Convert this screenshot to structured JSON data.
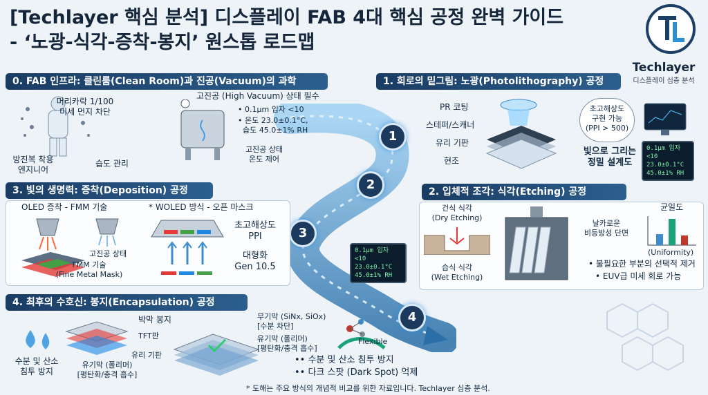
{
  "title": {
    "line1": "[Techlayer 핵심 분석] 디스플레이 FAB 4대 핵심 공정 완벽 가이드",
    "line2": "- ‘노광-식각-증착-봉지’ 원스톱 로드맵"
  },
  "logo": {
    "mark": "TL",
    "name": "Techlayer",
    "sub": "디스플레이 심층 분석"
  },
  "sec0": {
    "header": "0. FAB 인프라: 클린룸(Clean Room)과 진공(Vacuum)의 과학",
    "dust": "머리카락 1/100\n미세 먼지 차단",
    "engineer": "방진복 착용\n엔지니어",
    "humidity": "습도 관리",
    "vacuum_title": "고진공 (High Vacuum) 상태 필수",
    "spec1": "• 0.1μm 입자 <10",
    "spec2": "• 온도 23.0±0.1°C,",
    "spec3": "  습도 45.0±1% RH",
    "control": "고진공 상태\n온도 제어"
  },
  "sec1": {
    "header": "1. 회로의 밑그림: 노광(Photolithography) 공정",
    "pr": "PR 코팅",
    "stepper": "스테퍼/스캐너",
    "glass": "유리 기판",
    "develop": "현조",
    "bubble": "초고해상도\n구현 가능\n(PPI > 500)",
    "caption": "빛으로 그리는\n정밀 설계도",
    "lcd": [
      "0.1μm 입자 <10",
      "23.0±0.1°C",
      "45.0±1% RH"
    ]
  },
  "sec2": {
    "header": "2. 입체적 조각: 식각(Etching) 공정",
    "dry": "건식 식각\n(Dry Etching)",
    "wet": "습식 식각\n(Wet Etching)",
    "sharp": "날카로운\n비등방성 단면",
    "uniformity_title": "균일도",
    "uniformity_label": "(Uniformity)",
    "axis": "Uniformity",
    "bullet1": "• 불필요한 부분의 선택적 제거",
    "bullet2": "• EUV급 미세 회로 가능"
  },
  "sec3": {
    "header": "3. 빛의 생명력: 증착(Deposition) 공정",
    "oled": "OLED 증착 - FMM 기술",
    "woled": "* WOLED 방식 - 오픈 마스크",
    "vacuum": "고진공 상태",
    "fmm": "FMM 기술\n(Fine Metal Mask)",
    "ppi": "초고해상도\nPPI",
    "gen": "대형화\nGen 10.5"
  },
  "sec4": {
    "header": "4. 최후의 수호신: 봉지(Encapsulation) 공정",
    "thin": "박막 봉지",
    "tft": "TFT판",
    "glass": "유리 기판",
    "organic": "유기막 (폴리머)\n[평탄화/충격 흡수]",
    "moisture": "수분 및 산소\n침투 방지",
    "inorg": "무기막 (SiNx, SiOx)\n[수분 차단]",
    "org2": "유기막 (폴리머)\n[평탄화/충격 흡수]",
    "flexible": "Flexible",
    "bullet1": "•• 수분 및 산소 침투 방지",
    "bullet2": "•• 다크 스팟 (Dark Spot) 억제"
  },
  "path_lcd": [
    "0.1μm 입자 <10",
    "23.0±0.1°C",
    "45.0±1% RH"
  ],
  "steps": [
    "1",
    "2",
    "3",
    "4"
  ],
  "footnote": "* 도해는 주요 방식의 개념적 비교를 위한 자료입니다. Techlayer 심층 분석.",
  "colors": {
    "navy": "#1a3c63",
    "accent": "#2a8fd6",
    "bg": "#eef3f8"
  }
}
